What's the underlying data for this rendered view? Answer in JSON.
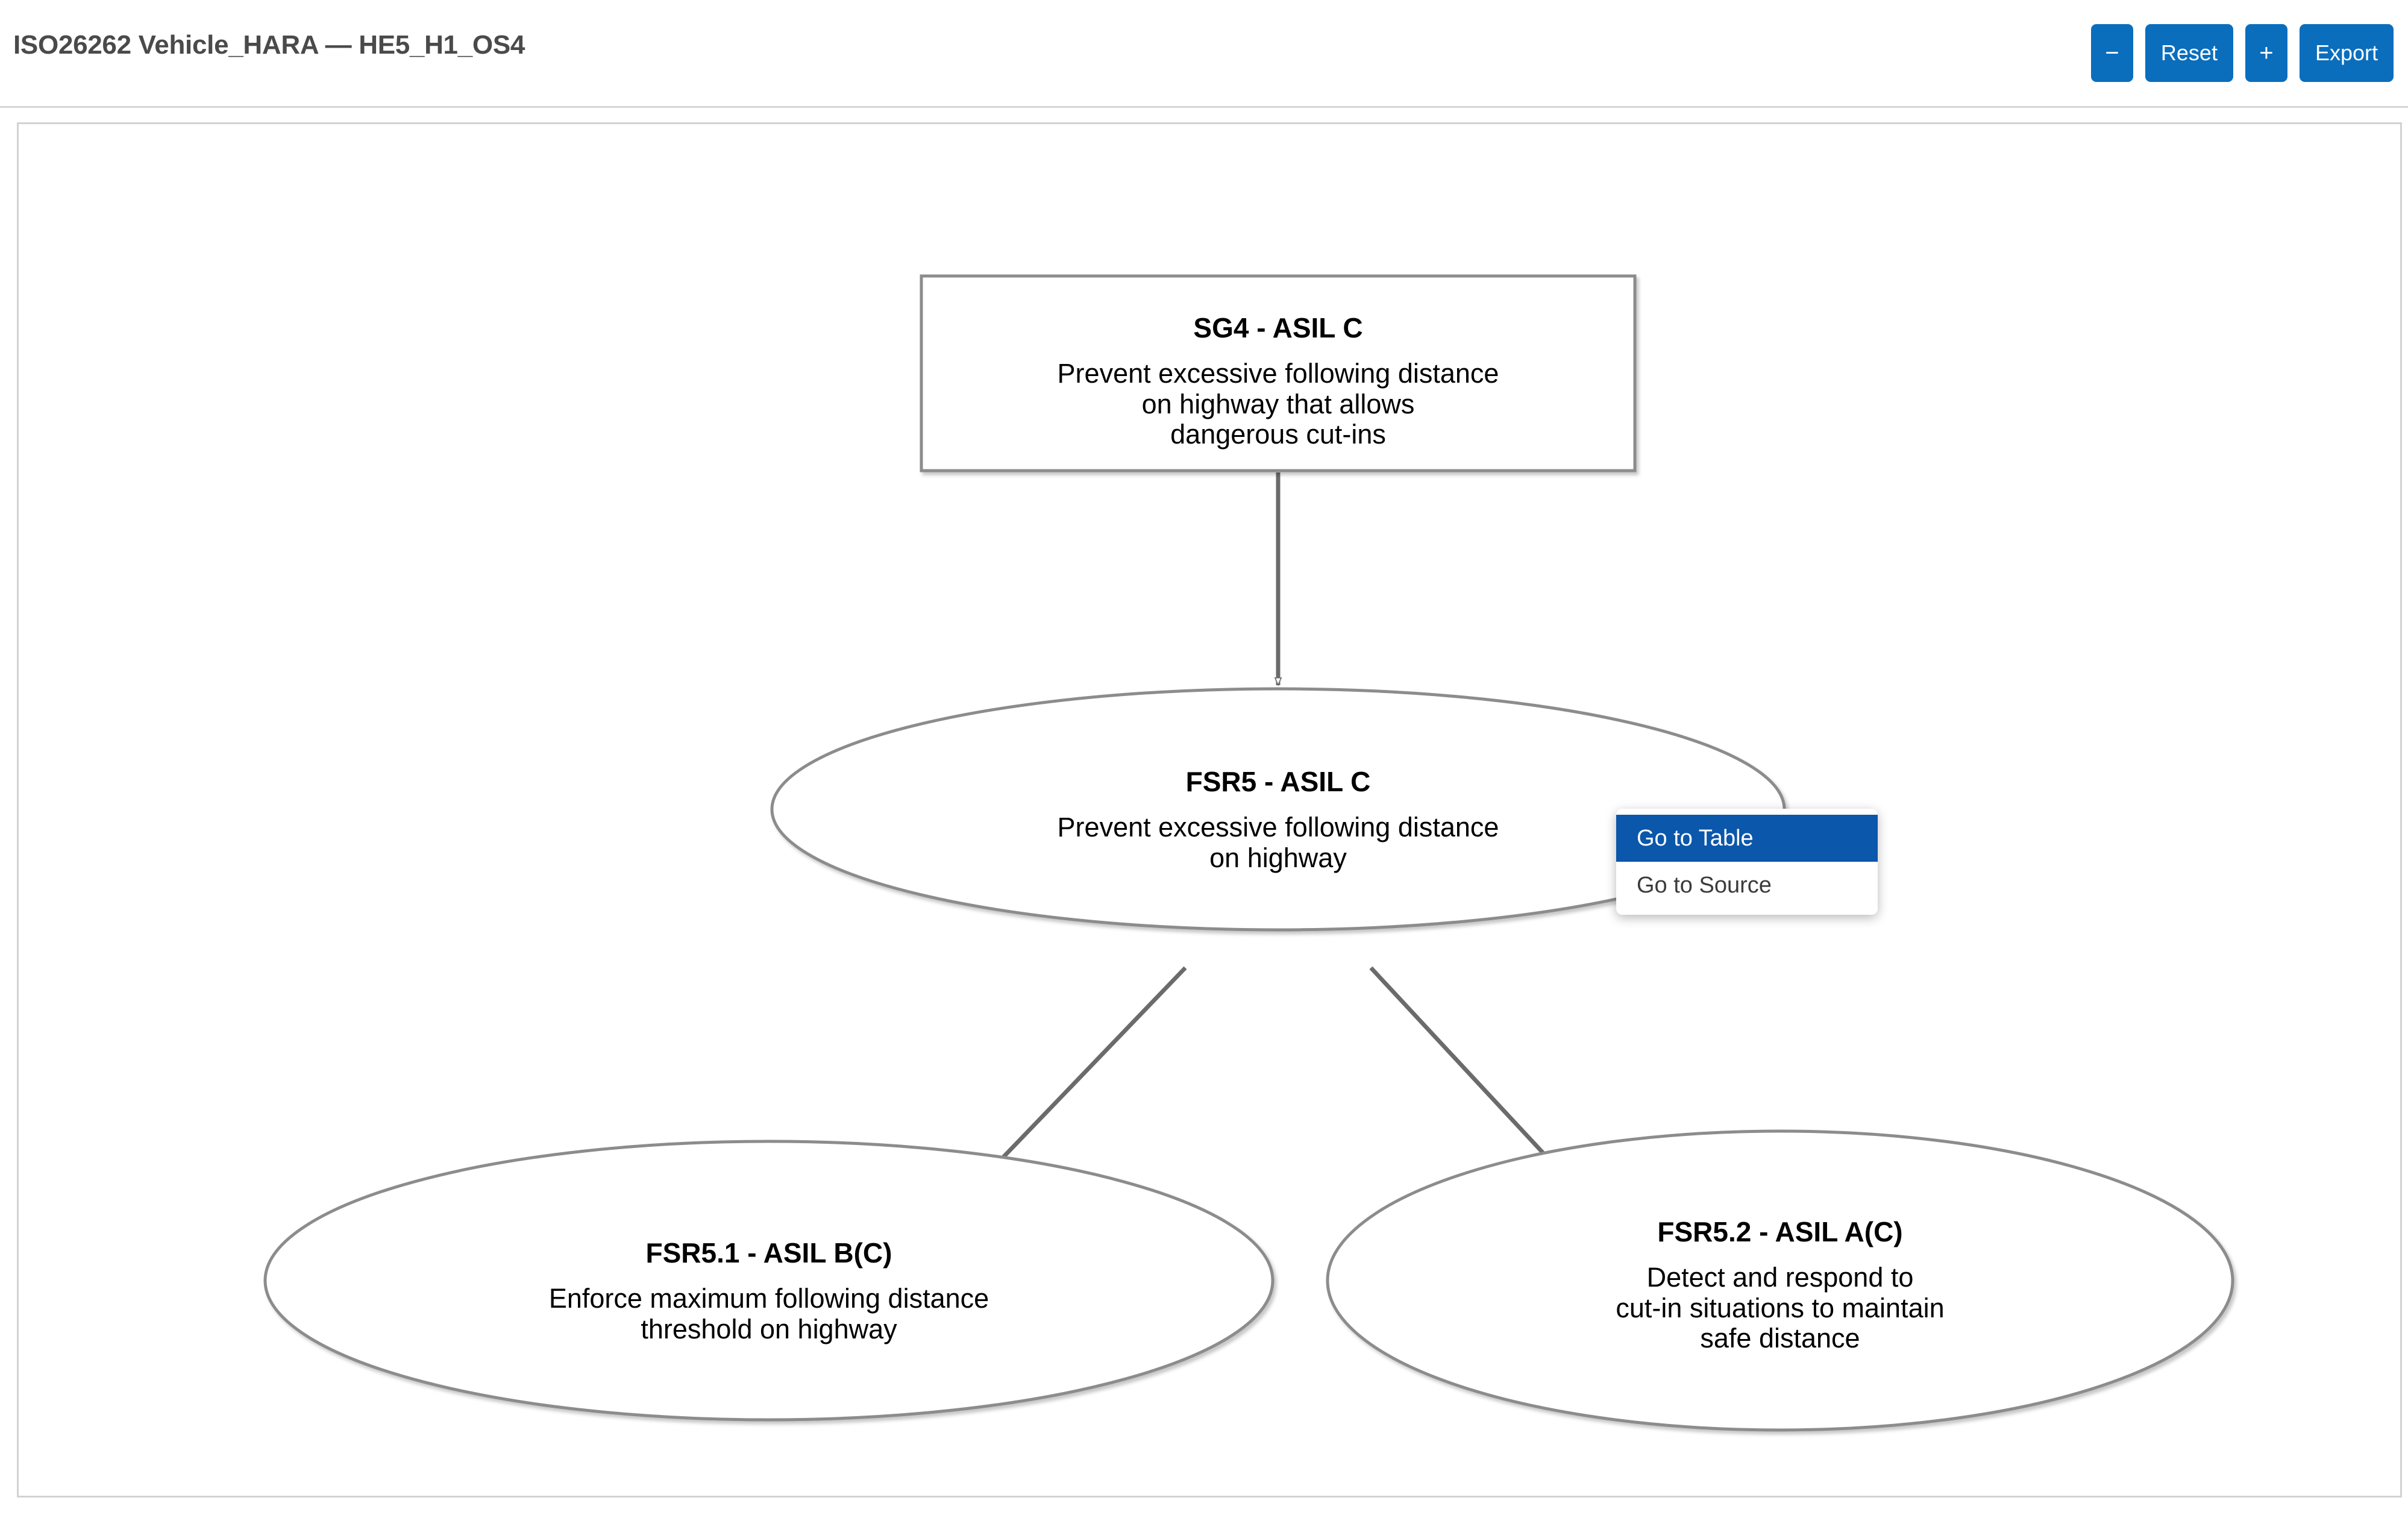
{
  "header": {
    "title": "ISO26262 Vehicle_HARA — HE5_H1_OS4",
    "toolbar": {
      "zoom_out_label": "−",
      "reset_label": "Reset",
      "zoom_in_label": "+",
      "export_label": "Export"
    }
  },
  "graph": {
    "nodes": [
      {
        "id": "SG4",
        "shape": "box",
        "title": "SG4 - ASIL C",
        "body": "Prevent excessive following distance\non highway that allows\ndangerous cut-ins"
      },
      {
        "id": "FSR5",
        "shape": "ellipse",
        "title": "FSR5 - ASIL C",
        "body": "Prevent excessive following distance\non highway"
      },
      {
        "id": "FSR5.1",
        "shape": "ellipse",
        "title": "FSR5.1 - ASIL B(C)",
        "body": "Enforce maximum following distance\nthreshold on highway"
      },
      {
        "id": "FSR5.2",
        "shape": "ellipse",
        "title": "FSR5.2 - ASIL A(C)",
        "body": "Detect and respond to\ncut-in situations to maintain\nsafe distance"
      }
    ],
    "edges": [
      {
        "from": "SG4",
        "to": "FSR5",
        "arrow": "hollow-triangle"
      },
      {
        "from": "FSR5",
        "to": "FSR5.1",
        "arrow": "hollow-triangle"
      },
      {
        "from": "FSR5",
        "to": "FSR5.2",
        "arrow": "hollow-triangle"
      }
    ]
  },
  "context_menu": {
    "items": [
      {
        "label": "Go to Table",
        "selected": true
      },
      {
        "label": "Go to Source",
        "selected": false
      }
    ]
  },
  "colors": {
    "accent_blue": "#0a6ebd",
    "menu_highlight": "#0a57ab",
    "node_stroke": "#8c8c8c",
    "edge_stroke": "#6b6b6b",
    "title_text": "#4a4a4a",
    "canvas_border": "#d2d2d4"
  }
}
